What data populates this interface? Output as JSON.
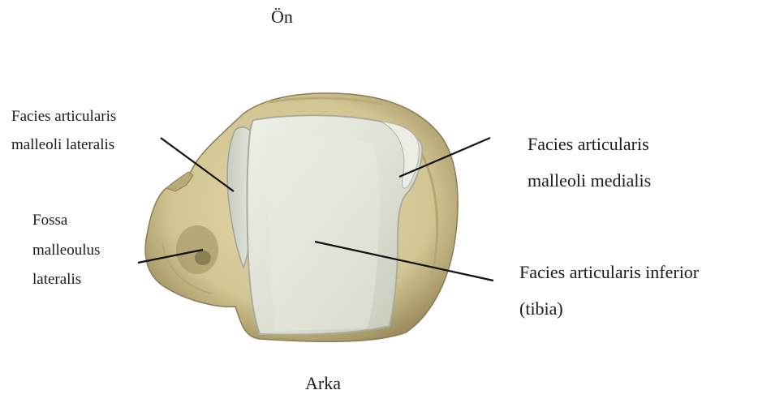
{
  "orientation": {
    "top": "Ön",
    "bottom": "Arka"
  },
  "labels": {
    "malleoli_lateralis": [
      "Facies articularis",
      "malleoli lateralis"
    ],
    "fossa": [
      "Fossa",
      "malleoulus",
      "lateralis"
    ],
    "malleoli_medialis": [
      "Facies articularis",
      "malleoli medialis"
    ],
    "inferior": [
      "Facies articularis inferior",
      "(tibia)"
    ]
  },
  "colors": {
    "bone": "#d8cfa0",
    "bone_dark": "#a89868",
    "cartilage": "#dfe2d6",
    "cartilage_shade": "#bfc4b4",
    "leader_line": "#111111"
  }
}
